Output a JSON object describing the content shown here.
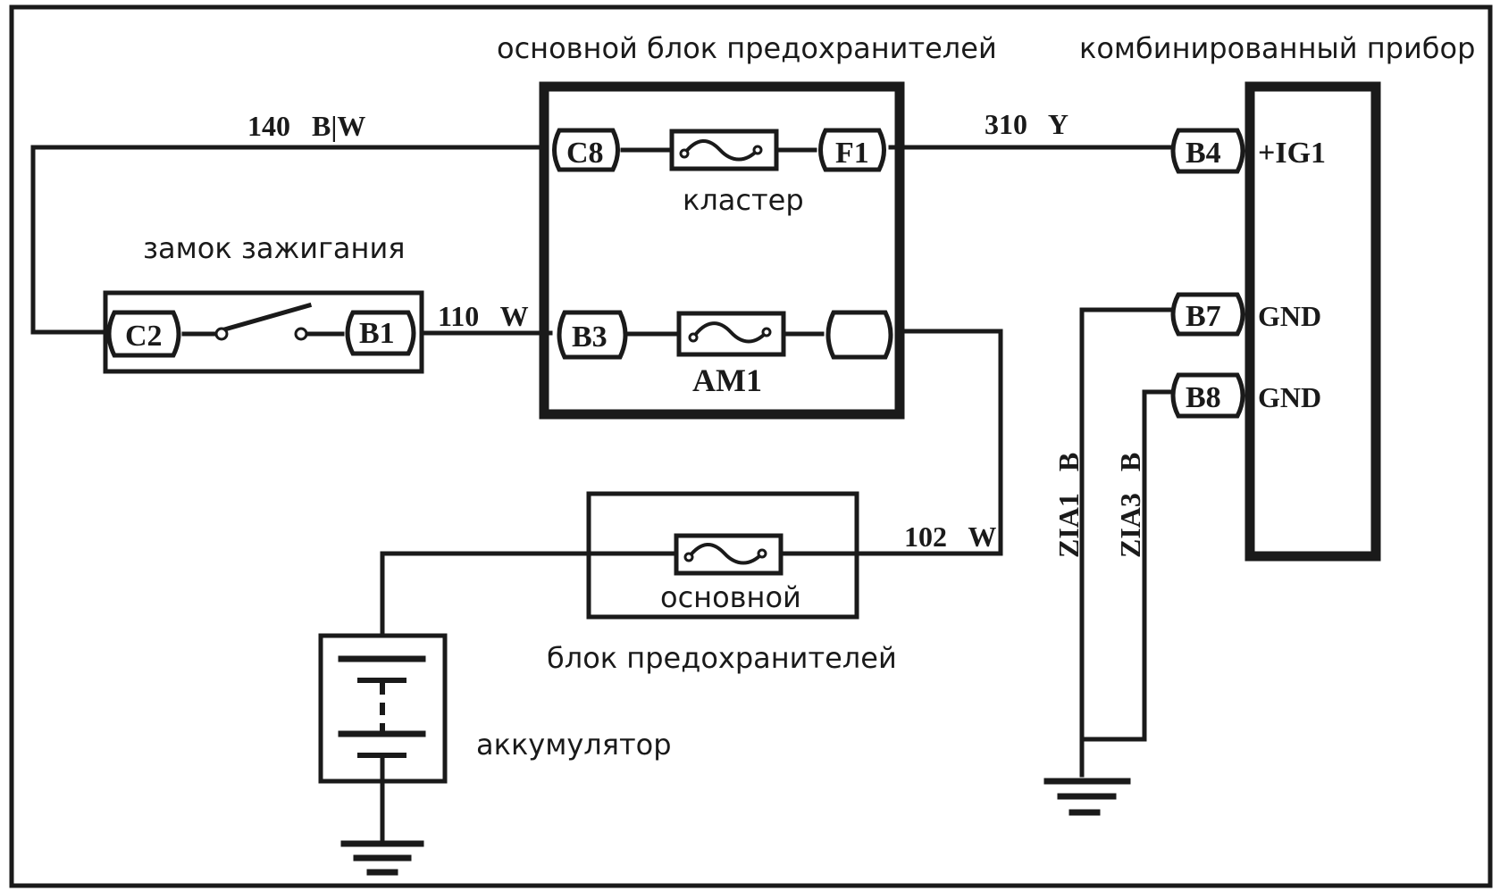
{
  "titles": {
    "main_fuse_box": "основной блок предохранителей",
    "combined_instrument": "комбинированный прибор",
    "ignition_switch": "замок зажигания",
    "battery": "аккумулятор",
    "main_fuse_line1": "основной",
    "main_fuse_line2": "блок предохранителей"
  },
  "fuses": {
    "cluster": "кластер",
    "am1": "AM1"
  },
  "connectors": {
    "c8": "C8",
    "f1": "F1",
    "b3": "B3",
    "c2": "C2",
    "b1": "B1",
    "b4": "B4",
    "b7": "B7",
    "b8": "B8"
  },
  "pins": {
    "ig1": "+IG1",
    "gnd1": "GND",
    "gnd2": "GND"
  },
  "wires": {
    "w140": "140   B|W",
    "w310": "310   Y",
    "w110": "110   W",
    "w102": "102   W",
    "zia1": "ZIA1   B",
    "zia3": "ZIA3   B"
  }
}
